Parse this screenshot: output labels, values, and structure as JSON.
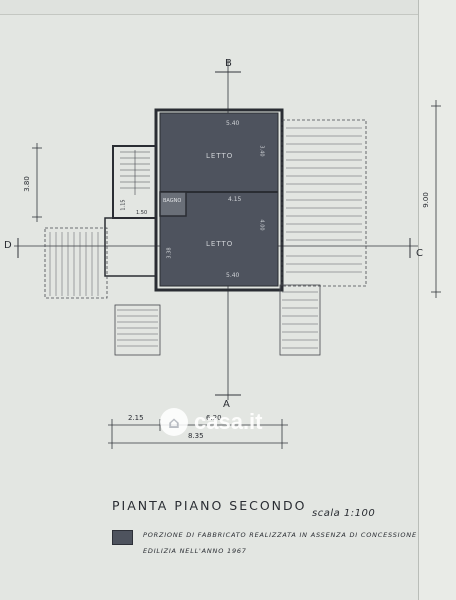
{
  "plan": {
    "section_top": "B",
    "section_bottom": "A",
    "section_left": "D",
    "section_right": "C"
  },
  "rooms": {
    "upper_label": "LETTO",
    "lower_label": "LETTO",
    "bath_label": "BAGNO"
  },
  "dimensions": {
    "top_width": "5.40",
    "mid_width": "4.15",
    "bottom_width": "5.40",
    "left_height": "3.80",
    "right_height": "9.00",
    "landing_width": "1.50",
    "landing_height": "1.15",
    "upper_room_side": "3.40",
    "lower_room_side": "3.38",
    "right_side": "4.00",
    "dim_a": "2.15",
    "dim_b": "6.20",
    "dim_c": "8.35"
  },
  "title": {
    "text": "PIANTA   PIANO   SECONDO",
    "scale": "scala  1:100"
  },
  "legend": {
    "color": "#4e535e",
    "line1": "PORZIONE DI FABBRICATO REALIZZATA IN ASSENZA DI CONCESSIONE",
    "line2": "EDILIZIA NELL'ANNO 1967"
  },
  "watermark": {
    "text": "casa.it",
    "icon": "casa-house-icon"
  }
}
